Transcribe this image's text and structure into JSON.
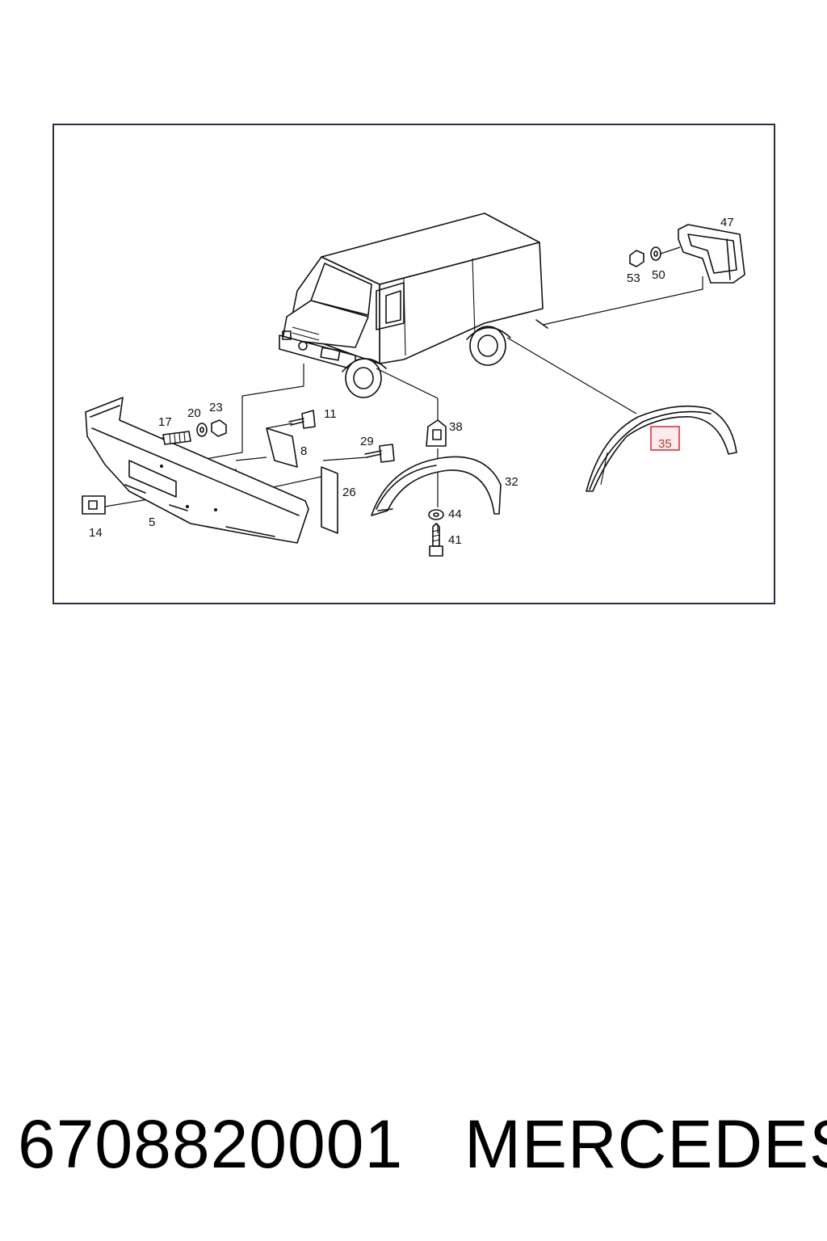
{
  "diagram": {
    "highlight_color": "#e05a6a",
    "highlighted_part": "35",
    "labels": {
      "p5": "5",
      "p8": "8",
      "p11": "11",
      "p14": "14",
      "p17": "17",
      "p20": "20",
      "p23": "23",
      "p26": "26",
      "p29": "29",
      "p32": "32",
      "p35": "35",
      "p38": "38",
      "p41": "41",
      "p44": "44",
      "p47": "47",
      "p50": "50",
      "p53": "53"
    }
  },
  "footer": {
    "part_number": "6708820001",
    "brand": "MERCEDES"
  }
}
